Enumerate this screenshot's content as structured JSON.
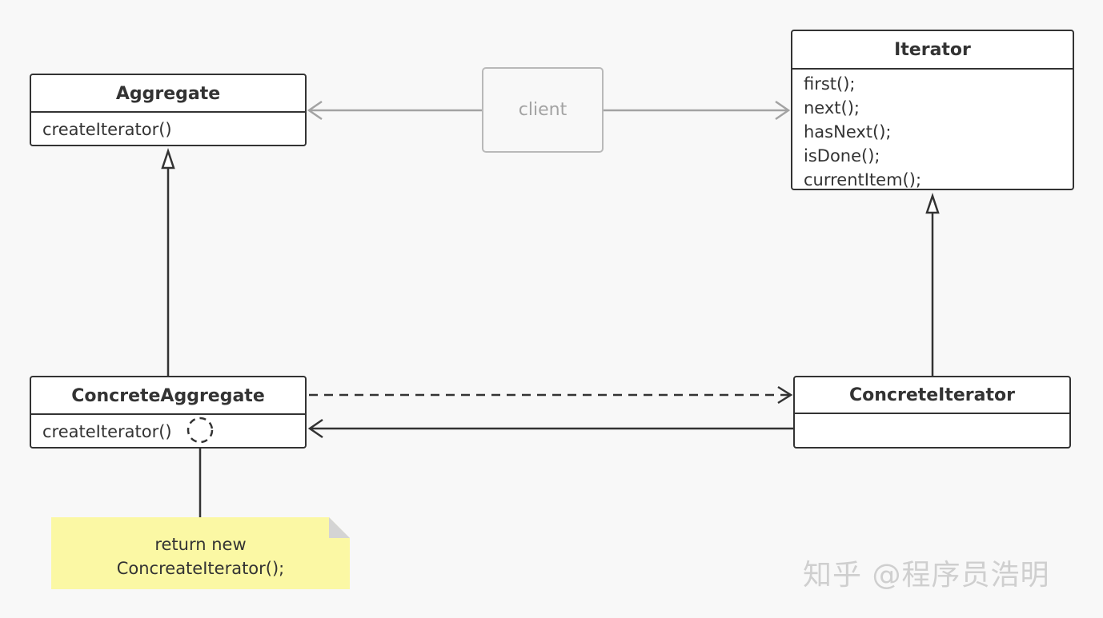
{
  "classes": {
    "aggregate": {
      "name": "Aggregate",
      "methods": [
        "createIterator()"
      ]
    },
    "iterator": {
      "name": "Iterator",
      "methods": [
        "first();",
        "next();",
        "hasNext();",
        "isDone();",
        "currentItem();"
      ]
    },
    "concrete_aggregate": {
      "name": "ConcreteAggregate",
      "methods": [
        "createIterator()"
      ]
    },
    "concrete_iterator": {
      "name": "ConcreteIterator",
      "methods": []
    }
  },
  "client": {
    "label": "client"
  },
  "note": {
    "lines": [
      "return new",
      "ConcreateIterator();"
    ]
  },
  "watermark": {
    "text": "知乎 @程序员浩明"
  },
  "colors": {
    "background": "#f8f8f8",
    "stroke": "#333333",
    "client_stroke": "#b9b9b9",
    "note_fill": "#fbf8a4"
  }
}
